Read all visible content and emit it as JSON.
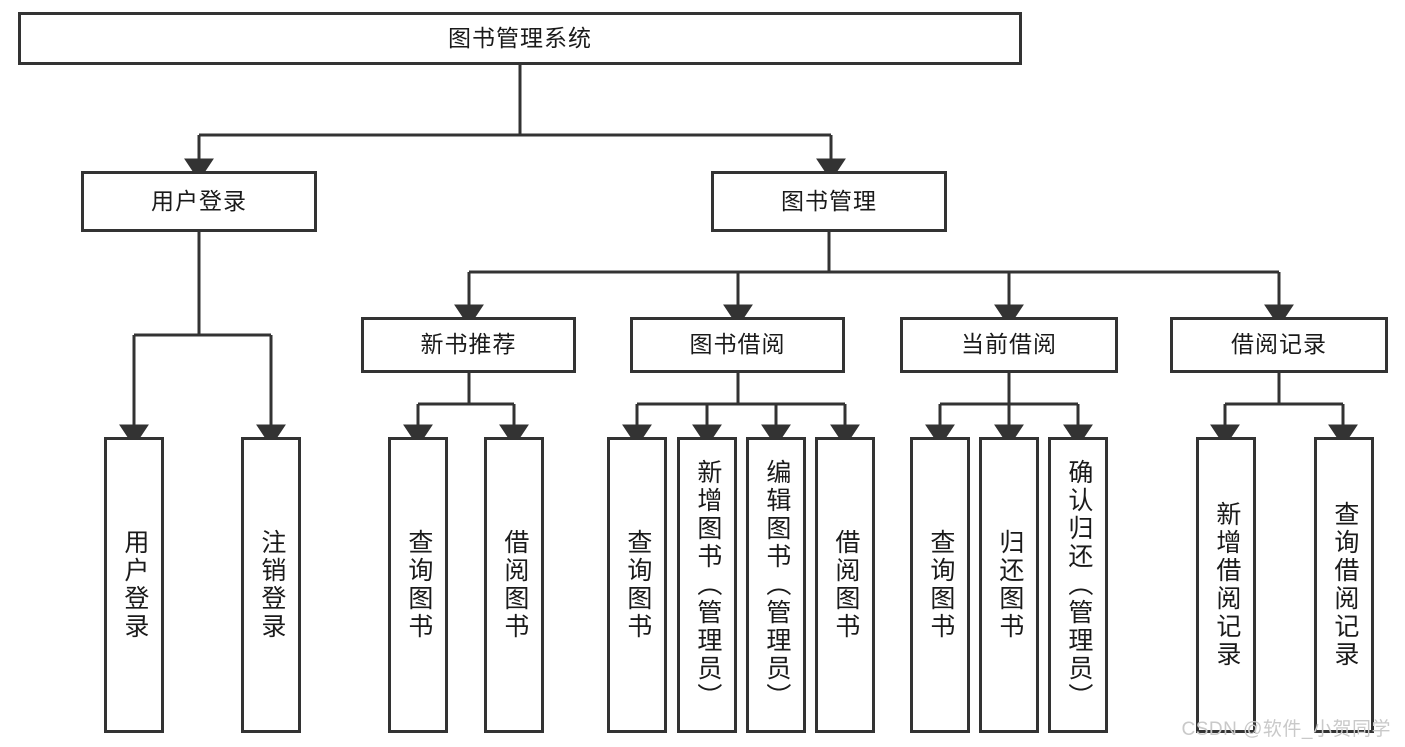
{
  "diagram": {
    "title": "图书管理系统",
    "type": "hierarchy-tree",
    "watermark": "CSDN @软件_小贺同学",
    "colors": {
      "stroke": "#333333",
      "box_fill": "#ffffff",
      "text": "#1a1a1a",
      "watermark": "#c9c9c9",
      "background": "#ffffff"
    },
    "levels": [
      {
        "level": 1,
        "nodes": [
          {
            "id": "root",
            "label": "图书管理系统",
            "orientation": "horizontal"
          }
        ]
      },
      {
        "level": 2,
        "nodes": [
          {
            "id": "login",
            "label": "用户登录",
            "orientation": "horizontal",
            "parent": "root"
          },
          {
            "id": "bookmgmt",
            "label": "图书管理",
            "orientation": "horizontal",
            "parent": "root"
          }
        ]
      },
      {
        "level": 3,
        "nodes": [
          {
            "id": "newbook",
            "label": "新书推荐",
            "orientation": "horizontal",
            "parent": "bookmgmt"
          },
          {
            "id": "borrow",
            "label": "图书借阅",
            "orientation": "horizontal",
            "parent": "bookmgmt"
          },
          {
            "id": "current",
            "label": "当前借阅",
            "orientation": "horizontal",
            "parent": "bookmgmt"
          },
          {
            "id": "records",
            "label": "借阅记录",
            "orientation": "horizontal",
            "parent": "bookmgmt"
          }
        ]
      },
      {
        "level": 4,
        "nodes": [
          {
            "id": "leaf1",
            "label": "用户登录",
            "orientation": "vertical",
            "parent": "login"
          },
          {
            "id": "leaf2",
            "label": "注销登录",
            "orientation": "vertical",
            "parent": "login"
          },
          {
            "id": "leaf3",
            "label": "查询图书",
            "orientation": "vertical",
            "parent": "newbook"
          },
          {
            "id": "leaf4",
            "label": "借阅图书",
            "orientation": "vertical",
            "parent": "newbook"
          },
          {
            "id": "leaf5",
            "label": "查询图书",
            "orientation": "vertical",
            "parent": "borrow"
          },
          {
            "id": "leaf6",
            "label": "新增图书（管理员）",
            "orientation": "vertical",
            "parent": "borrow"
          },
          {
            "id": "leaf7",
            "label": "编辑图书（管理员）",
            "orientation": "vertical",
            "parent": "borrow"
          },
          {
            "id": "leaf8",
            "label": "借阅图书",
            "orientation": "vertical",
            "parent": "borrow"
          },
          {
            "id": "leaf9",
            "label": "查询图书",
            "orientation": "vertical",
            "parent": "current"
          },
          {
            "id": "leaf10",
            "label": "归还图书",
            "orientation": "vertical",
            "parent": "current"
          },
          {
            "id": "leaf11",
            "label": "确认归还（管理员）",
            "orientation": "vertical",
            "parent": "current"
          },
          {
            "id": "leaf12",
            "label": "新增借阅记录",
            "orientation": "vertical",
            "parent": "records"
          },
          {
            "id": "leaf13",
            "label": "查询借阅记录",
            "orientation": "vertical",
            "parent": "records"
          }
        ]
      }
    ]
  }
}
